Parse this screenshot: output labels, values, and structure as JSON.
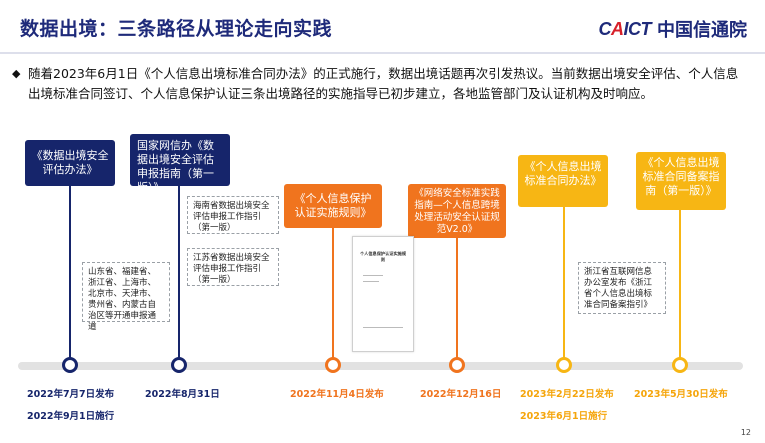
{
  "header": {
    "title": "数据出境：三条路径从理论走向实践",
    "logo_mark_prefix": "C",
    "logo_mark_a": "A",
    "logo_mark_suffix": "ICT",
    "logo_cn": "中国信通院"
  },
  "intro": {
    "bullet": "◆",
    "text": "随着2023年6月1日《个人信息出境标准合同办法》的正式施行，数据出境话题再次引发热议。当前数据出境安全评估、个人信息出境标准合同签订、个人信息保护认证三条出境路径的实施指导已初步建立，各地监管部门及认证机构及时响应。"
  },
  "cards": {
    "c1": "《数据出境安全评估办法》",
    "c2": "国家网信办《数据出境安全评估申报指南（第一版）》",
    "c3": "《个人信息保护认证实施规则》",
    "c4": "《网络安全标准实践指南—个人信息跨境处理活动安全认证规范V2.0》",
    "c5": "《个人信息出境标准合同办法》",
    "c6": "《个人信息出境标准合同备案指南（第一版）》"
  },
  "notes": {
    "n1": "山东省、福建省、浙江省、上海市、北京市、天津市、贵州省、内蒙古自治区等开通申报通道",
    "n2": "海南省数据出境安全评估申报工作指引（第一版）",
    "n3": "江苏省数据出境安全评估申报工作指引（第一版）",
    "n4": "浙江省互联网信息办公室发布《浙江省个人信息出境标准合同备案指引》"
  },
  "document_thumb": {
    "heading": "个人信息保护认证实施规则"
  },
  "dates": {
    "d1a": "2022年7月7日发布",
    "d1b": "2022年9月1日施行",
    "d2": "2022年8月31日",
    "d3": "2022年11月4日发布",
    "d4": "2022年12月16日",
    "d5a": "2023年2月22日发布",
    "d5b": "2023年6月1日施行",
    "d6": "2023年5月30日发布"
  },
  "colors": {
    "navy": "#16256b",
    "orange": "#f0741e",
    "yellow": "#f7b614",
    "logo_red": "#d7202a"
  },
  "page_number": "12"
}
